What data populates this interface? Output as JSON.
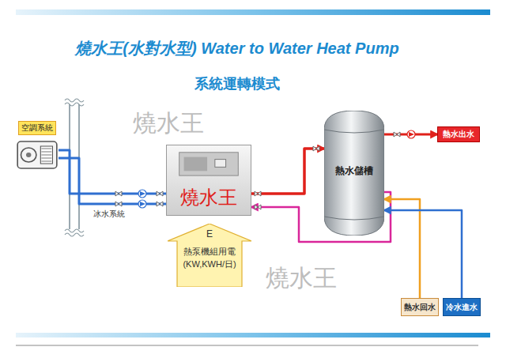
{
  "diagram": {
    "title": "燒水王(水對水型) Water to Water Heat Pump",
    "nodes": [
      {
        "text": [
          "空調系統"
        ]
      },
      {
        "text": [
          "燒水王"
        ]
      },
      {
        "text": [
          "熱水儲槽"
        ]
      },
      {
        "text": [
          "熱水出水"
        ]
      },
      {
        "text": [
          "熱水回水"
        ]
      },
      {
        "text": [
          "冷水進水"
        ]
      },
      {
        "text": [
          "E",
          "熱泵機組用電",
          "(KW,KWH/日)"
        ]
      }
    ],
    "edges": [
      {
        "from": 0,
        "to": 1,
        "arrow": "none",
        "label": "冰水系統"
      },
      {
        "from": 0,
        "to": 1,
        "arrow": "none"
      },
      {
        "from": 1,
        "to": 2,
        "arrow": "to"
      },
      {
        "from": 2,
        "to": 1,
        "arrow": "to"
      },
      {
        "from": 2,
        "to": 3,
        "arrow": "to"
      },
      {
        "from": 4,
        "to": 2,
        "arrow": "to"
      },
      {
        "from": 5,
        "to": 2,
        "arrow": "to"
      }
    ],
    "labels": [
      "系統運轉模式",
      "燒水王",
      "燒水王"
    ]
  }
}
